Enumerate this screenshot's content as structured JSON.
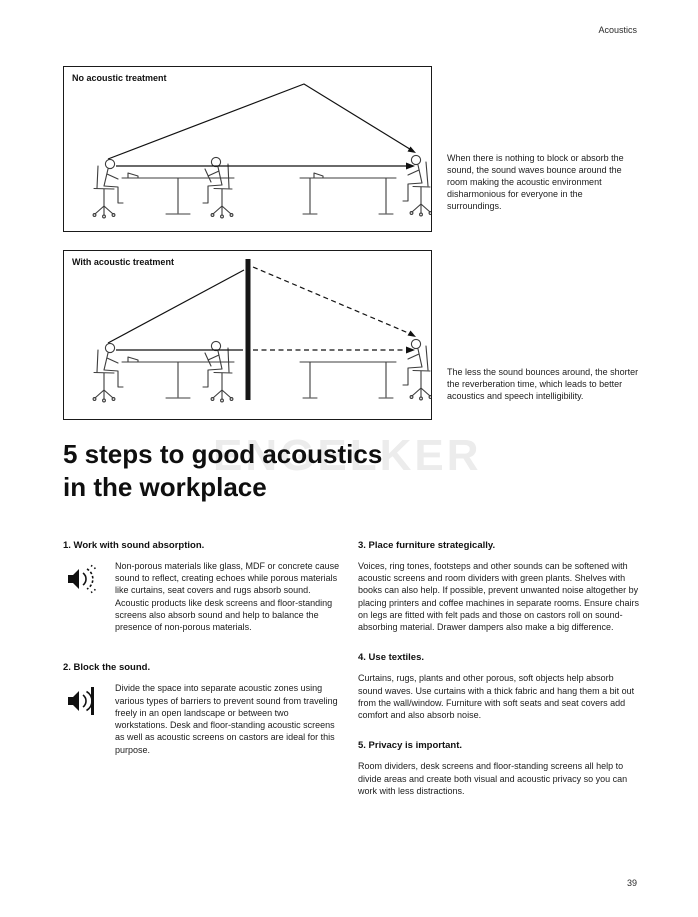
{
  "page": {
    "header_label": "Acoustics",
    "page_number": "39",
    "watermark": "ENGELKER"
  },
  "figures": {
    "fig1": {
      "label": "No acoustic treatment",
      "caption": "When there is nothing to block or absorb the sound, the sound waves bounce around the room making the acoustic environment disharmonious for everyone in the surroundings."
    },
    "fig2": {
      "label": "With acoustic treatment",
      "caption": "The less the sound bounces around, the shorter the reverberation time, which leads to better acoustics and speech intelligibility."
    }
  },
  "heading": {
    "line1": "5 steps to good acoustics",
    "line2": "in the workplace"
  },
  "steps": [
    {
      "title": "1. Work with sound absorption.",
      "icon": "sound-absorption-icon",
      "body": "Non-porous materials like glass, MDF or concrete cause sound to reflect, creating echoes while porous materials like curtains, seat covers and rugs absorb sound. Acoustic products like desk screens and floor-standing screens also absorb sound and help to balance the presence of non-porous materials."
    },
    {
      "title": "2. Block the sound.",
      "icon": "sound-block-icon",
      "body": "Divide the space into separate acoustic zones using various types of barriers to prevent sound from traveling freely in an open landscape or between two workstations. Desk and floor-standing acoustic screens as well as acoustic screens on castors are ideal for this purpose."
    },
    {
      "title": "3. Place furniture strategically.",
      "body": "Voices, ring tones, footsteps and other sounds can be softened with acoustic screens and room dividers with green plants. Shelves with books can also help. If possible, prevent unwanted noise altogether by placing printers and coffee machines in separate rooms. Ensure chairs on legs are fitted with felt pads and those on castors roll on sound-absorbing material. Drawer dampers also make a big difference."
    },
    {
      "title": "4. Use textiles.",
      "body": "Curtains, rugs, plants and other porous, soft objects help absorb sound waves. Use curtains with a thick fabric and hang them a bit out from the wall/window. Furniture with soft seats and seat covers add comfort and also absorb noise."
    },
    {
      "title": "5. Privacy is important.",
      "body": "Room dividers, desk screens and floor-standing screens all help to divide areas and create both visual and acoustic privacy so you can work with less distractions."
    }
  ],
  "colors": {
    "ink": "#1c1c1c",
    "line_art": "#3d3d3d",
    "watermark": "#ececec"
  }
}
